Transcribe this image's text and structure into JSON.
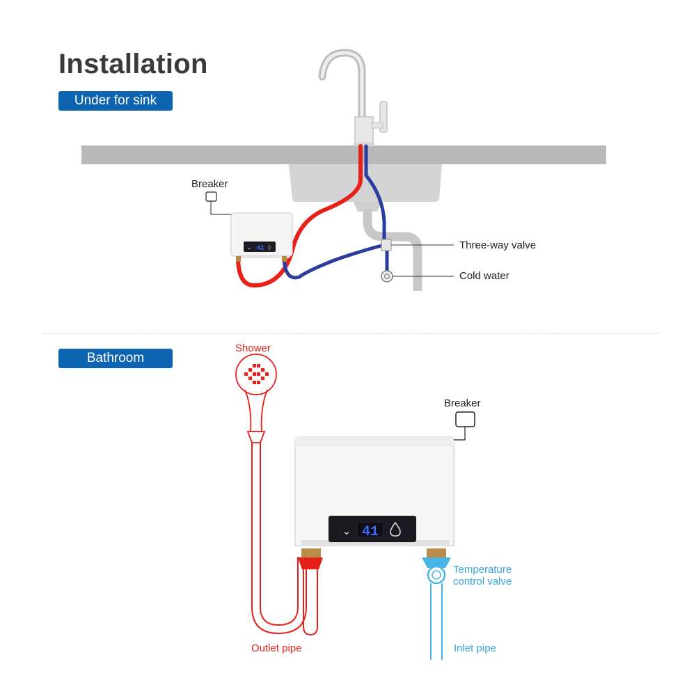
{
  "heading": "Installation",
  "sink_section": {
    "badge": "Under for sink",
    "labels": {
      "breaker": "Breaker",
      "three_way_valve": "Three-way valve",
      "cold_water": "Cold water"
    },
    "display": "41"
  },
  "bathroom_section": {
    "badge": "Bathroom",
    "labels": {
      "shower": "Shower",
      "breaker": "Breaker",
      "temperature_control_valve_line1": "Temperature",
      "temperature_control_valve_line2": "control valve",
      "outlet_pipe": "Outlet pipe",
      "inlet_pipe": "Inlet pipe"
    },
    "display": "41"
  },
  "colors": {
    "hot_pipe": "#e8201a",
    "cold_pipe_sink": "#2c3c9e",
    "cold_pipe_bath": "#49b4e6",
    "badge": "#0d64b0"
  }
}
